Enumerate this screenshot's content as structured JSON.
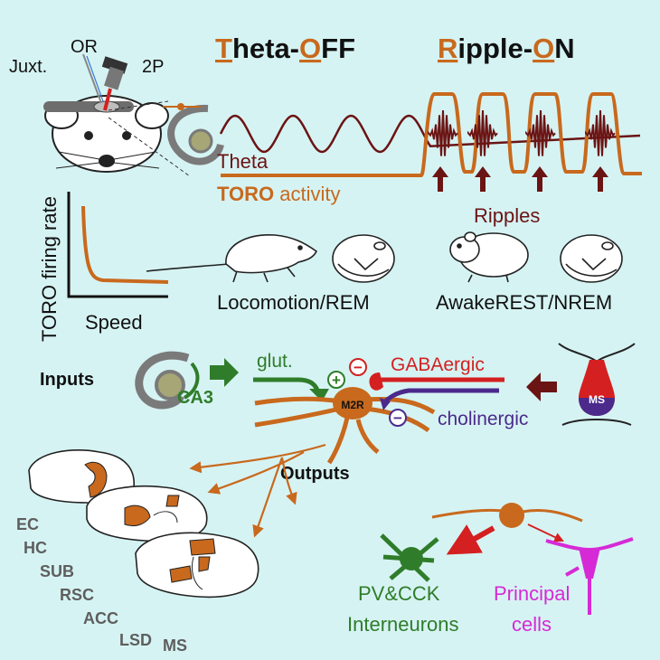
{
  "colors": {
    "background": "#d6f3f3",
    "toro": "#c8691d",
    "theta": "#6b1414",
    "glut": "#2f7d2a",
    "gaba": "#d42020",
    "cholinergic": "#4b2a8c",
    "principal": "#d62ad6",
    "gray_text": "#5e5e5e",
    "black": "#111111"
  },
  "top": {
    "labels": {
      "or": "OR",
      "juxt": "Juxt.",
      "two_p": "2P"
    },
    "theta_off": {
      "l1": "T",
      "l2": "heta-",
      "l3": "O",
      "l4": "FF"
    },
    "ripple_on": {
      "l1": "R",
      "l2": "ipple-",
      "l3": "O",
      "l4": "N"
    },
    "theta_label": "Theta",
    "toro_bold": "TORO",
    "toro_rest": " activity",
    "ripples_label": "Ripples"
  },
  "plot": {
    "ylabel": "TORO firing rate",
    "xlabel": "Speed"
  },
  "states": {
    "locomotion": "Locomotion/REM",
    "awake": "AwakeREST/NREM"
  },
  "inputs": {
    "title": "Inputs",
    "ca3": "CA3",
    "glut": "glut.",
    "gaba": "GABAergic",
    "cholinergic": "cholinergic",
    "m2r": "M2R",
    "ms": "MS",
    "plus": "+",
    "minus": "−"
  },
  "outputs": {
    "title": "Outputs",
    "regions": [
      "EC",
      "HC",
      "SUB",
      "RSC",
      "ACC",
      "LSD",
      "MS"
    ]
  },
  "targets": {
    "pv_l1": "PV&CCK",
    "pv_l2": "Interneurons",
    "principal_l1": "Principal",
    "principal_l2": "cells"
  }
}
